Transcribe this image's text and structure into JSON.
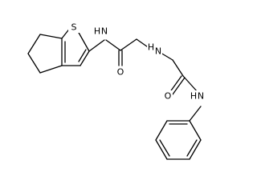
{
  "molecule": {
    "atoms": {
      "S": "S",
      "NH_amide1": "N",
      "H_amide1": "H",
      "O1": "O",
      "NH_amine": "N",
      "H_amine": "H",
      "O2": "O",
      "NH_amide2": "N",
      "H_amide2": "H"
    }
  },
  "colors": {
    "bond": "#000000",
    "text": "#000000",
    "background": "#ffffff"
  }
}
